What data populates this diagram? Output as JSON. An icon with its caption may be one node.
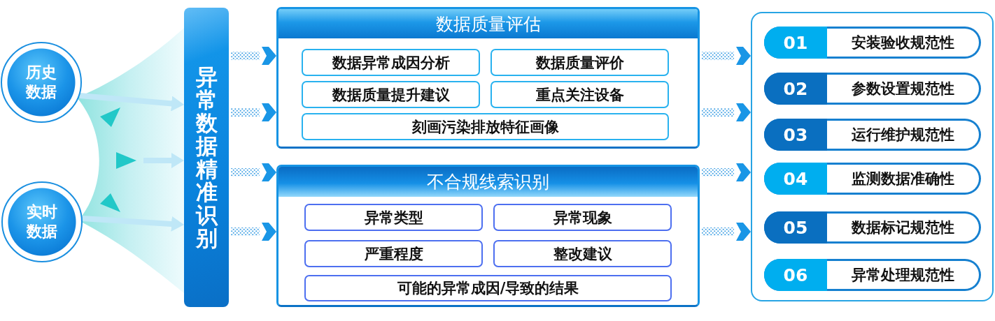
{
  "diagram": {
    "nodes": [
      {
        "text": [
          "历史数据"
        ]
      },
      {
        "text": [
          "实时数据"
        ]
      },
      {
        "text": [
          "异常数据精准识别"
        ]
      },
      {
        "text": [
          "数据质量评估"
        ]
      },
      {
        "text": [
          "数据异常成因分析"
        ],
        "in": 3
      },
      {
        "text": [
          "数据质量评价"
        ],
        "in": 3
      },
      {
        "text": [
          "数据质量提升建议"
        ],
        "in": 3
      },
      {
        "text": [
          "重点关注设备"
        ],
        "in": 3
      },
      {
        "text": [
          "刻画污染排放特征画像"
        ],
        "in": 3
      },
      {
        "text": [
          "不合规线索识别"
        ]
      },
      {
        "text": [
          "异常类型"
        ],
        "in": 9
      },
      {
        "text": [
          "异常现象"
        ],
        "in": 9
      },
      {
        "text": [
          "严重程度"
        ],
        "in": 9
      },
      {
        "text": [
          "整改建议"
        ],
        "in": 9
      },
      {
        "text": [
          "可能的异常成因/导致的结果"
        ],
        "in": 9
      },
      {
        "text": [],
        "shape": "box"
      },
      {
        "text": [
          "01",
          "安装验收规范性"
        ],
        "in": 15
      },
      {
        "text": [
          "02",
          "参数设置规范性"
        ],
        "in": 15
      },
      {
        "text": [
          "03",
          "运行维护规范性"
        ],
        "in": 15
      },
      {
        "text": [
          "04",
          "监测数据准确性"
        ],
        "in": 15
      },
      {
        "text": [
          "05",
          "数据标记规范性"
        ],
        "in": 15
      },
      {
        "text": [
          "06",
          "异常处理规范性"
        ],
        "in": 15
      }
    ],
    "edges": [
      {
        "from": 0,
        "to": 2,
        "arrow": "to",
        "color": "#bfe7f7"
      },
      {
        "from": 1,
        "to": 2,
        "arrow": "to",
        "color": "#bfe7f7"
      },
      {
        "from": null,
        "to": 2,
        "arrow": "to",
        "color": "#bfe7f7"
      },
      {
        "from": 2,
        "to": 3,
        "arrow": "to"
      },
      {
        "from": 2,
        "to": 3,
        "arrow": "to"
      },
      {
        "from": 2,
        "to": 9,
        "arrow": "to"
      },
      {
        "from": 2,
        "to": 9,
        "arrow": "to"
      },
      {
        "from": 3,
        "to": 15,
        "arrow": "to"
      },
      {
        "from": 3,
        "to": 15,
        "arrow": "to"
      },
      {
        "from": 9,
        "to": 15,
        "arrow": "to"
      },
      {
        "from": 9,
        "to": 15,
        "arrow": "to"
      }
    ]
  }
}
